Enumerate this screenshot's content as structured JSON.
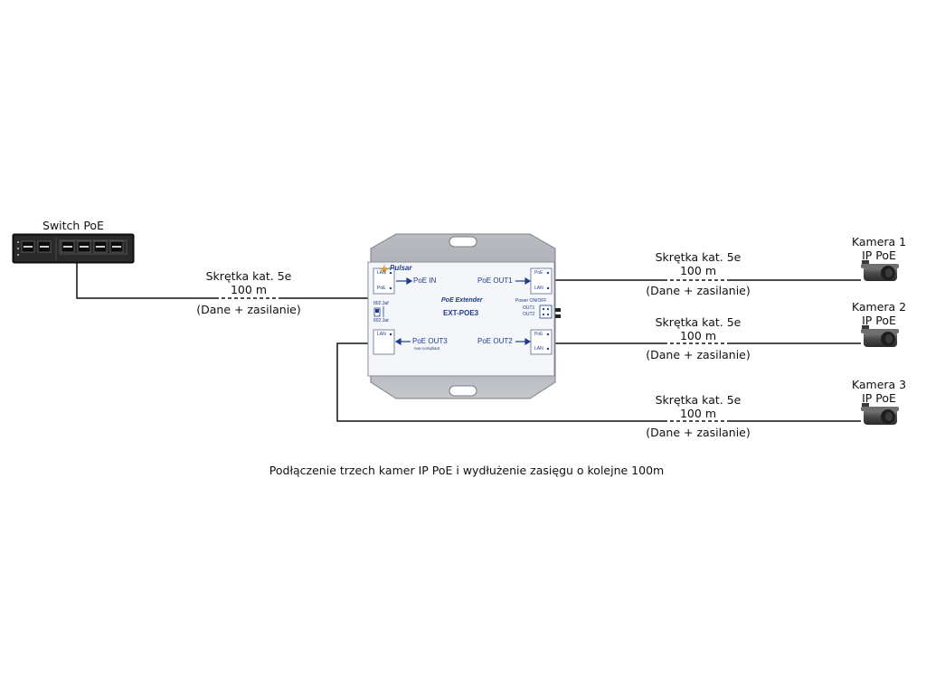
{
  "switch": {
    "label": "Switch PoE"
  },
  "cable_in": {
    "type": "Skrętka kat. 5e",
    "length": "100 m",
    "note": "(Dane + zasilanie)"
  },
  "cables_out": [
    {
      "type": "Skrętka kat. 5e",
      "length": "100 m",
      "note": "(Dane + zasilanie)"
    },
    {
      "type": "Skrętka kat. 5e",
      "length": "100 m",
      "note": "(Dane + zasilanie)"
    },
    {
      "type": "Skrętka kat. 5e",
      "length": "100 m",
      "note": "(Dane + zasilanie)"
    }
  ],
  "cameras": [
    {
      "name": "Kamera 1",
      "type": "IP PoE"
    },
    {
      "name": "Kamera 2",
      "type": "IP PoE"
    },
    {
      "name": "Kamera 3",
      "type": "IP PoE"
    }
  ],
  "device": {
    "brand": "Pulsar",
    "subtitle": "PoE Extender",
    "model": "EXT-POE3",
    "lan": "LAN",
    "poe": "PoE",
    "poe_in": "PoE IN",
    "poe_out1": "PoE OUT1",
    "poe_out2": "PoE OUT2",
    "poe_out3": "PoE OUT3",
    "non_compliant": "non-compliant",
    "power_switch": "Power ON/OFF",
    "out1": "OUT1",
    "out2": "OUT2",
    "mode_af": "802.3af",
    "mode_at": "802.3at"
  },
  "caption": "Podłączenie trzech kamer IP PoE i wydłużenie zasięgu o kolejne 100m"
}
